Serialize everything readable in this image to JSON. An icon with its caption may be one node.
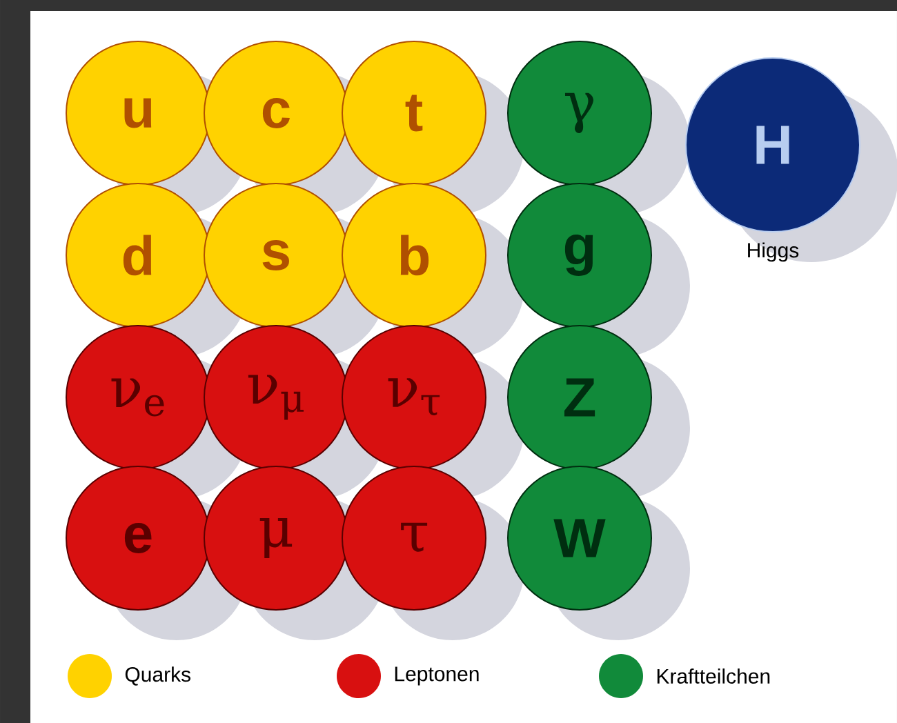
{
  "diagram": {
    "nodes": [
      {
        "text": [
          "u"
        ]
      },
      {
        "text": [
          "c"
        ]
      },
      {
        "text": [
          "t"
        ]
      },
      {
        "text": [
          "γ"
        ]
      },
      {
        "text": [
          "H"
        ],
        "beside": [
          "Higgs"
        ]
      },
      {
        "text": [
          "d"
        ]
      },
      {
        "text": [
          "s"
        ]
      },
      {
        "text": [
          "b"
        ]
      },
      {
        "text": [
          "g"
        ]
      },
      {
        "text": [
          "ν$_{e}$"
        ]
      },
      {
        "text": [
          "ν$_{μ}$"
        ]
      },
      {
        "text": [
          "ν$_{τ}$"
        ]
      },
      {
        "text": [
          "Z"
        ]
      },
      {
        "text": [
          "e"
        ]
      },
      {
        "text": [
          "μ"
        ]
      },
      {
        "text": [
          "τ"
        ]
      },
      {
        "text": [
          "W"
        ]
      }
    ],
    "legend": [
      {
        "text": "Quarks",
        "color": "#ffd200"
      },
      {
        "text": "Leptonen",
        "color": "#d81010"
      },
      {
        "text": "Kraftteilchen",
        "color": "#118a3a"
      }
    ]
  }
}
